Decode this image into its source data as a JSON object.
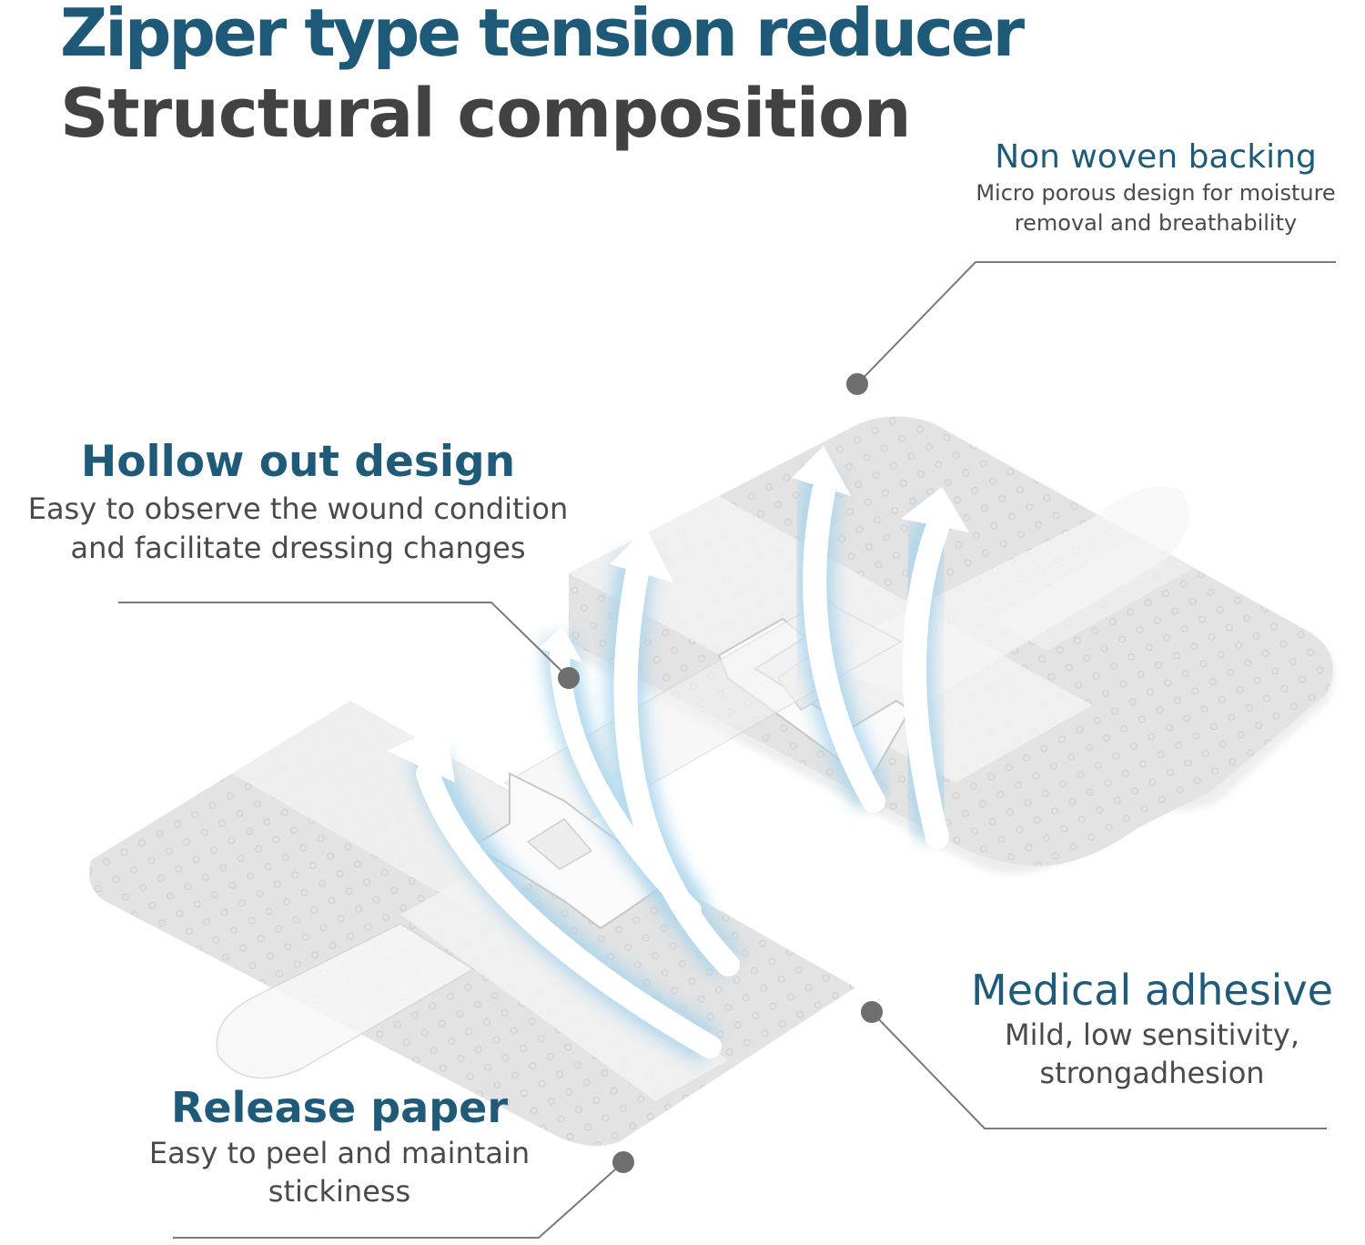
{
  "title": {
    "line1": "Zipper type tension reducer",
    "line2": "Structural composition"
  },
  "callouts": {
    "non_woven": {
      "heading": "Non woven backing",
      "desc_line1": "Micro porous design for moisture",
      "desc_line2": "removal and breathability"
    },
    "hollow_out": {
      "heading": "Hollow out design",
      "desc_line1": "Easy to observe the wound condition",
      "desc_line2": "and facilitate dressing changes"
    },
    "medical_adhesive": {
      "heading": "Medical adhesive",
      "desc_line1": "Mild, low sensitivity,",
      "desc_line2": "strongadhesion"
    },
    "release_paper": {
      "heading": "Release paper",
      "desc_line1": "Easy to peel and maintain",
      "desc_line2": "stickiness"
    }
  },
  "colors": {
    "heading_blue": "#1f5a79",
    "title_gray": "#424242",
    "body_gray": "#4a4a4a",
    "leader_gray": "#707070",
    "arrow_glow": "#a8d4ec"
  }
}
